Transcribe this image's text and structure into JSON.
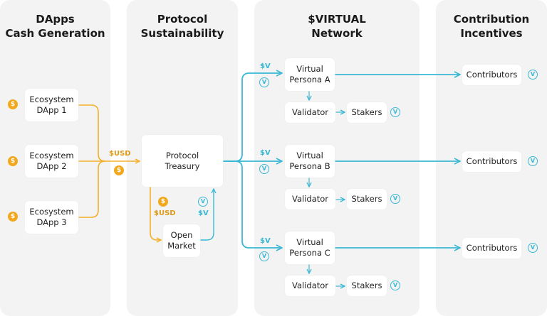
{
  "columns": {
    "dapps": "DApps\nCash Generation",
    "protocol": "Protocol\nSustainability",
    "network": "$VIRTUAL\nNetwork",
    "contribution": "Contribution\nIncentives"
  },
  "dapps": [
    "Ecosystem\nDApp 1",
    "Ecosystem\nDApp 2",
    "Ecosystem\nDApp 3"
  ],
  "protocol": {
    "treasury": "Protocol\nTreasury",
    "open_market": "Open\nMarket",
    "usd_label": "$USD",
    "usd_label_2": "$USD",
    "v_label": "$V"
  },
  "network": {
    "v_labels": [
      "$V",
      "$V",
      "$V"
    ],
    "personas": [
      "Virtual\nPersona A",
      "Virtual\nPersona B",
      "Virtual\nPersona C"
    ],
    "validators": [
      "Validator",
      "Validator",
      "Validator"
    ],
    "stakers": [
      "Stakers",
      "Stakers",
      "Stakers"
    ]
  },
  "contributors": [
    "Contributors",
    "Contributors",
    "Contributors"
  ],
  "icons": {
    "coin": "$",
    "virtual": "V",
    "usd_coin_color": "#f2a81d",
    "virtual_color": "#3ab8d4"
  }
}
